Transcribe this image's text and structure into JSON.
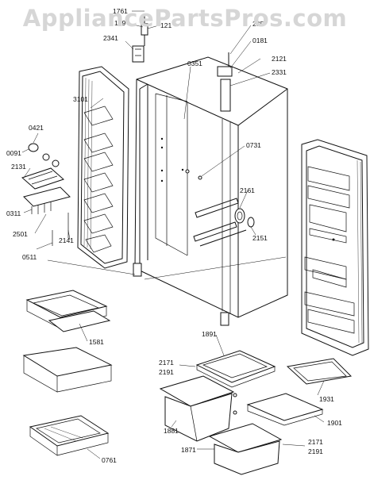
{
  "watermark": "AppliancePartsPros.com",
  "labels": {
    "l1761": "1761",
    "l1591": "159",
    "l121": "121",
    "l2341": "2341",
    "l2351": "235",
    "l0181": "0181",
    "l2121": "2121",
    "l2331": "2331",
    "l0351": "0351",
    "l3101": "3101",
    "l0421": "0421",
    "l0091": "0091",
    "l2131": "2131",
    "l0731": "0731",
    "l2161": "2161",
    "l2151": "2151",
    "l0311": "0311",
    "l2501": "2501",
    "l2141": "2141",
    "l0511": "0511",
    "l1581": "1581",
    "l1891": "1891",
    "l2171a": "2171",
    "l2191a": "2191",
    "l1931": "1931",
    "l1881": "1881",
    "l1901": "1901",
    "l1871": "1871",
    "l2171b": "2171",
    "l2191b": "2191",
    "l0761": "0761"
  }
}
